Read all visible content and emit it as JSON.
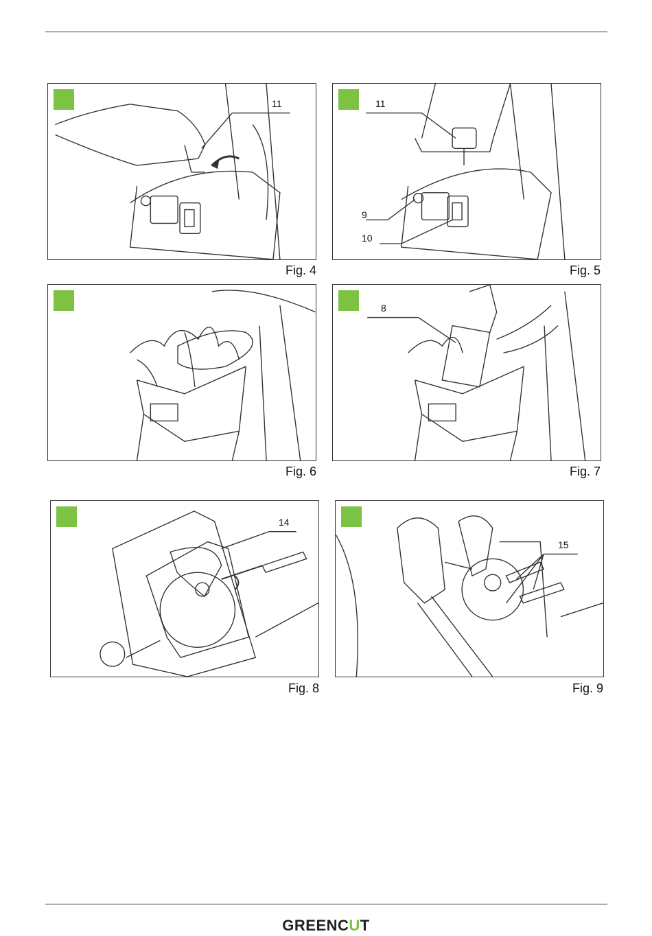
{
  "figures": [
    {
      "caption": "Fig. 4",
      "callouts": [
        "11"
      ]
    },
    {
      "caption": "Fig. 5",
      "callouts": [
        "11",
        "9",
        "10"
      ]
    },
    {
      "caption": "Fig. 6",
      "callouts": []
    },
    {
      "caption": "Fig. 7",
      "callouts": [
        "8"
      ]
    },
    {
      "caption": "Fig. 8",
      "callouts": [
        "14"
      ]
    },
    {
      "caption": "Fig. 9",
      "callouts": [
        "15"
      ]
    }
  ],
  "logo": {
    "text_left": "GREENC",
    "text_mid": "U",
    "text_right": "T"
  },
  "colors": {
    "marker": "#7dc242",
    "line": "#333333"
  }
}
